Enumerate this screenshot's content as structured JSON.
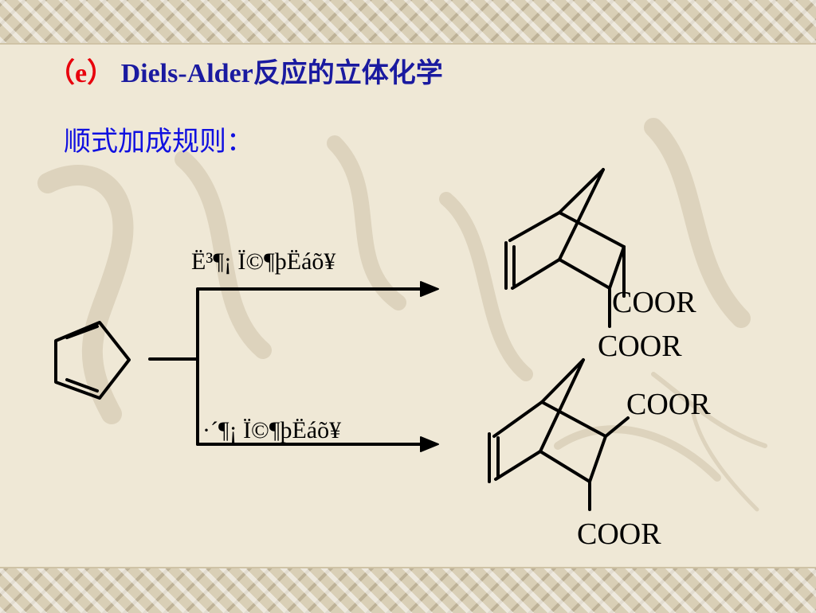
{
  "slide": {
    "title_mark": "（e）",
    "title_main": "Diels-Alder反应的立体化学",
    "subtitle": "顺式加成规则："
  },
  "reaction": {
    "upper_path_label": "Ë³¶¡ Ï©¶þËáõ¥",
    "lower_path_label": "·´¶¡ Ï©¶þËáõ¥",
    "upper_product_group_1": "COOR",
    "upper_product_group_2": "COOR",
    "lower_product_group_1": "COOR",
    "lower_product_group_2": "COOR"
  },
  "colors": {
    "title_mark": "#e8000c",
    "title_main": "#1a1aa0",
    "subtitle": "#1010e0"
  }
}
